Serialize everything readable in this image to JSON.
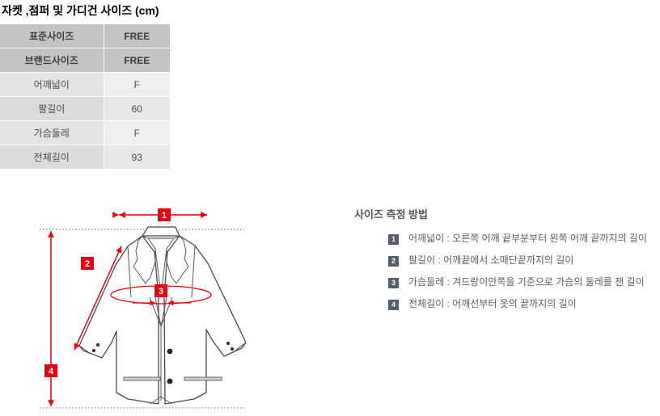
{
  "page": {
    "title": "자켓 ,점퍼 및 가디건 사이즈 (cm)"
  },
  "size_table": {
    "rows": [
      {
        "type": "head",
        "label": "표준사이즈",
        "value": "FREE"
      },
      {
        "type": "head",
        "label": "브랜드사이즈",
        "value": "FREE"
      },
      {
        "type": "body",
        "label": "어깨넓이",
        "value": "F"
      },
      {
        "type": "body",
        "label": "팔길이",
        "value": "60"
      },
      {
        "type": "body",
        "label": "가슴둘레",
        "value": "F"
      },
      {
        "type": "body",
        "label": "전체길이",
        "value": "93"
      }
    ]
  },
  "diagram": {
    "markers": [
      {
        "id": "1",
        "meaning": "shoulder-width-marker"
      },
      {
        "id": "2",
        "meaning": "sleeve-length-marker"
      },
      {
        "id": "3",
        "meaning": "chest-circumference-marker"
      },
      {
        "id": "4",
        "meaning": "total-length-marker"
      }
    ],
    "accent_color": "#e60012",
    "outline_color": "#4a4a4a"
  },
  "legend": {
    "title": "사이즈 측정 방법",
    "items": [
      {
        "num": "1",
        "text": "어깨넓이 : 오른쪽 어깨 끝부분부터 왼쪽 어깨 끝까지의 길이"
      },
      {
        "num": "2",
        "text": "팔길이 : 어깨끝에서 소매단끝까지의 길이"
      },
      {
        "num": "3",
        "text": "가슴둘레 : 겨드랑이안쪽을 기준으로 가슴의 둘레를 잰 길이"
      },
      {
        "num": "4",
        "text": "전체길이 : 어깨선부터 옷의 끝까지의 길이"
      }
    ],
    "badge_color": "#555f6b"
  }
}
